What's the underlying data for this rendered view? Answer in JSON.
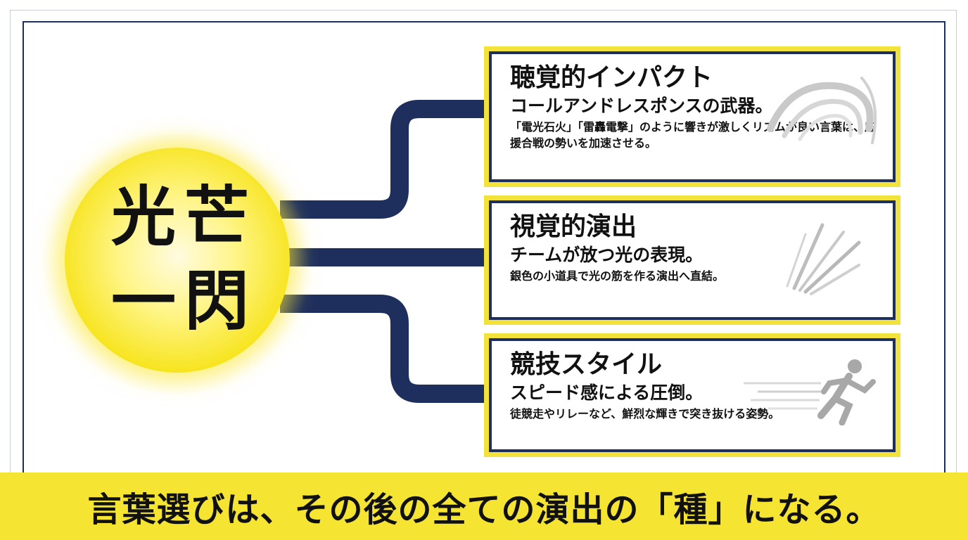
{
  "center": {
    "line1": [
      "光",
      "芒"
    ],
    "line2": [
      "一",
      "閃"
    ]
  },
  "items": [
    {
      "title": "聴覚的インパクト",
      "subtitle": "コールアンドレスポンスの武器。",
      "description": "「電光石火」「雷轟電撃」のように響きが激しくリズムが良い言葉は、応援合戦の勢いを加速させる。",
      "icon": "swirl-icon"
    },
    {
      "title": "視覚的演出",
      "subtitle": "チームが放つ光の表現。",
      "description": "銀色の小道具で光の筋を作る演出へ直結。",
      "icon": "light-rays-icon"
    },
    {
      "title": "競技スタイル",
      "subtitle": "スピード感による圧倒。",
      "description": "徒競走やリレーなど、鮮烈な輝きで突き抜ける姿勢。",
      "icon": "runner-icon"
    }
  ],
  "banner": {
    "text": "言葉選びは、その後の全ての演出の「種」になる。"
  },
  "colors": {
    "navy": "#1e2f5e",
    "yellow": "#f5e432",
    "sun": "#f7e41e"
  }
}
